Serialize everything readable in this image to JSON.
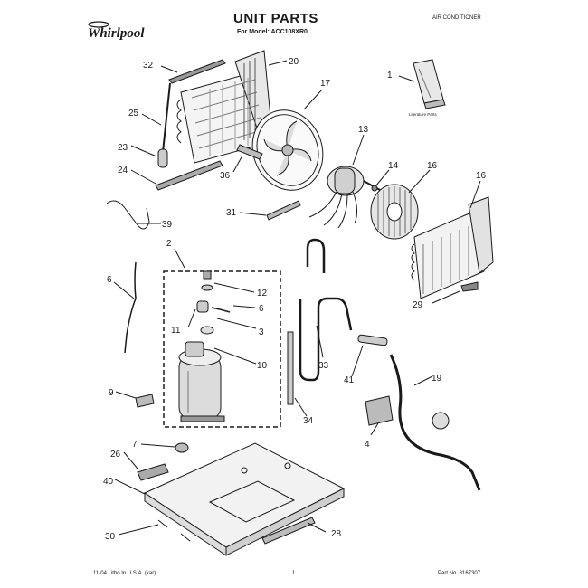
{
  "header": {
    "brand": "Whirlpool",
    "title": "UNIT PARTS",
    "model_line": "For Model: ACC108XR0",
    "category": "AIR CONDITIONER"
  },
  "footer": {
    "left": "11-04 Litho In U.S.A. (kar)",
    "page": "1",
    "part_no": "Part No. 3167307"
  },
  "literature_label": "Literature Parts",
  "callouts": {
    "c1": "1",
    "c2": "2",
    "c3": "3",
    "c4": "4",
    "c6a": "6",
    "c6b": "6",
    "c7": "7",
    "c9": "9",
    "c10": "10",
    "c11": "11",
    "c12": "12",
    "c13": "13",
    "c14": "14",
    "c16a": "16",
    "c16b": "16",
    "c17": "17",
    "c19": "19",
    "c20": "20",
    "c23": "23",
    "c24": "24",
    "c25": "25",
    "c26": "26",
    "c28": "28",
    "c29": "29",
    "c30": "30",
    "c31": "31",
    "c32": "32",
    "c33": "33",
    "c34": "34",
    "c36": "36",
    "c39": "39",
    "c40": "40",
    "c41": "41"
  }
}
